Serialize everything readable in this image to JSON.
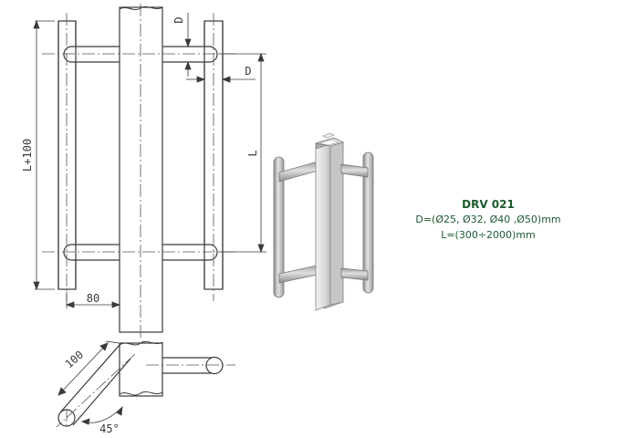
{
  "product": {
    "model": "DRV 021",
    "diameters": "D=(Ø25, Ø32, Ø40 ,Ø50)mm",
    "length_range": "L=(300÷2000)mm"
  },
  "dimensions": {
    "total_length": "L+100",
    "length": "L",
    "diameter_top": "D",
    "diameter_side": "D",
    "offset": "80",
    "diagonal": "100",
    "angle": "45°"
  },
  "colors": {
    "line": "#3a3a3a",
    "text_accent": "#1d5a2e",
    "metal_light": "#d9d9d9",
    "metal_mid": "#b4b4b4",
    "metal_dark": "#8a8a8a"
  }
}
